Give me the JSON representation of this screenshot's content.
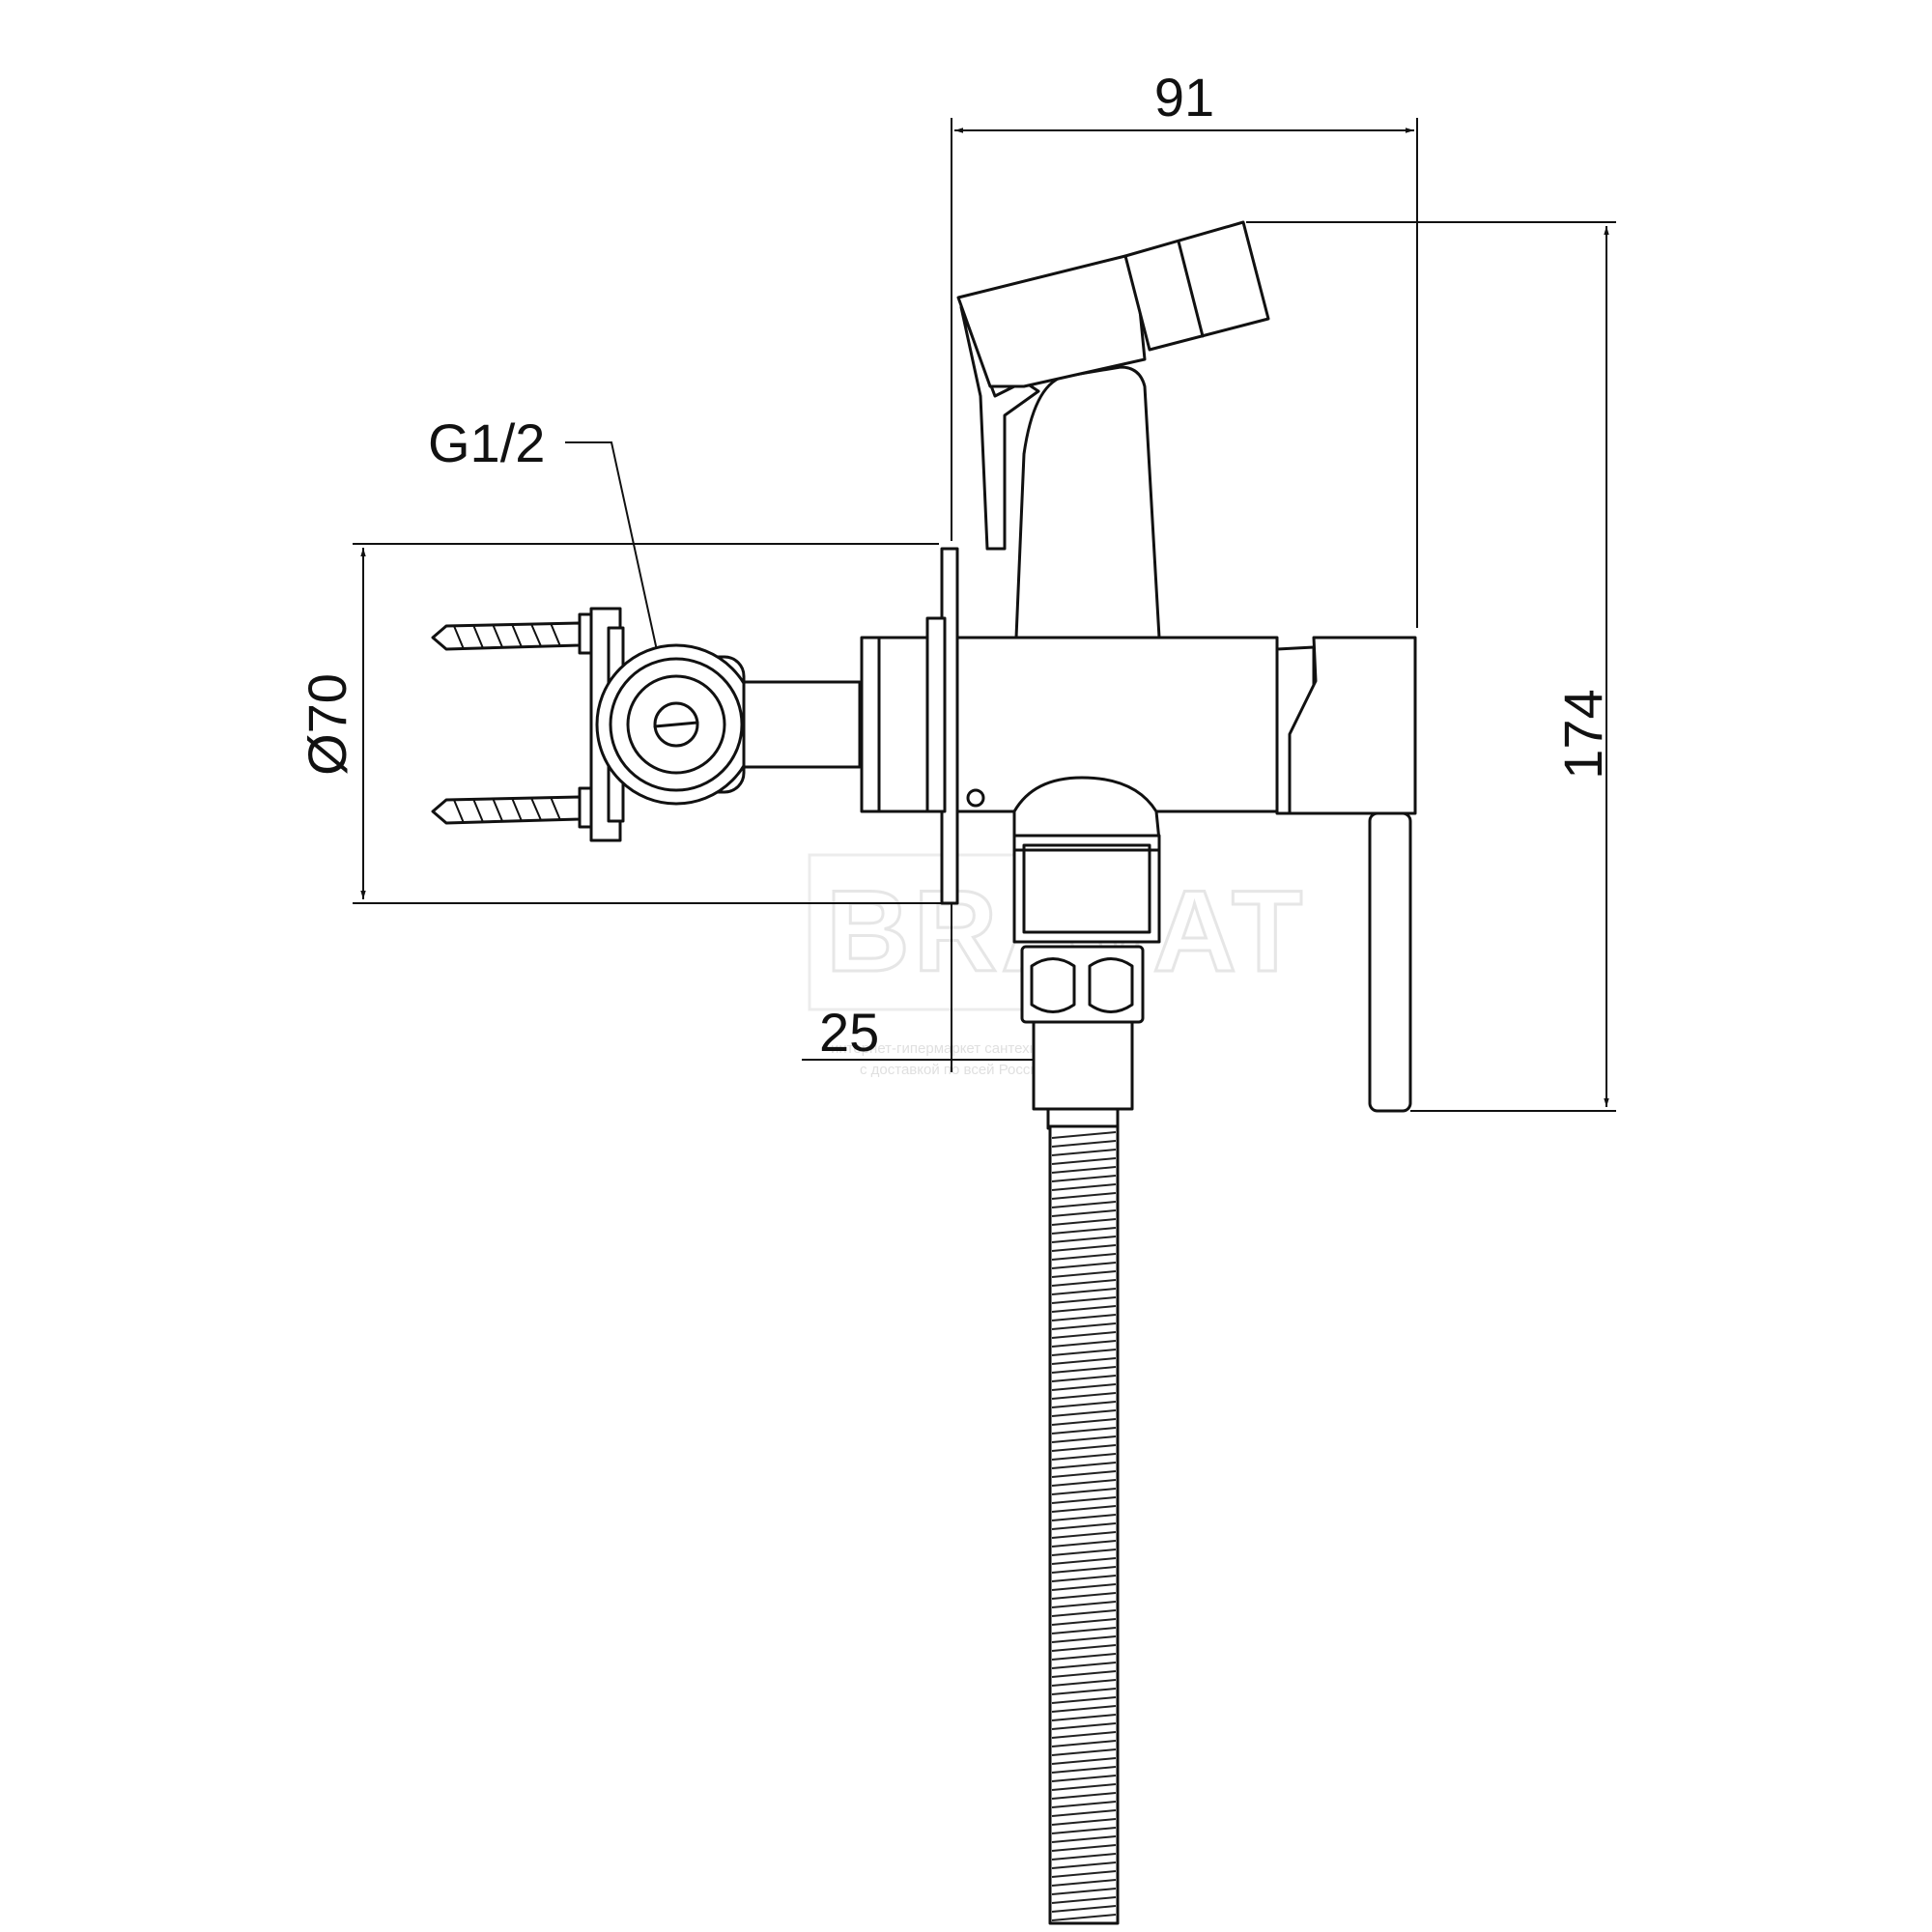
{
  "dimensions": {
    "width": "91",
    "height": "174",
    "diameter": "Ø70",
    "thread": "G1/2",
    "offset": "25"
  },
  "watermark": {
    "brand": "BRAVAT",
    "line1": "интернет-гипермаркет сантехники",
    "line2": "с доставкой по всей России"
  },
  "colors": {
    "line": "#111111",
    "watermark": "#e6e6e6"
  }
}
